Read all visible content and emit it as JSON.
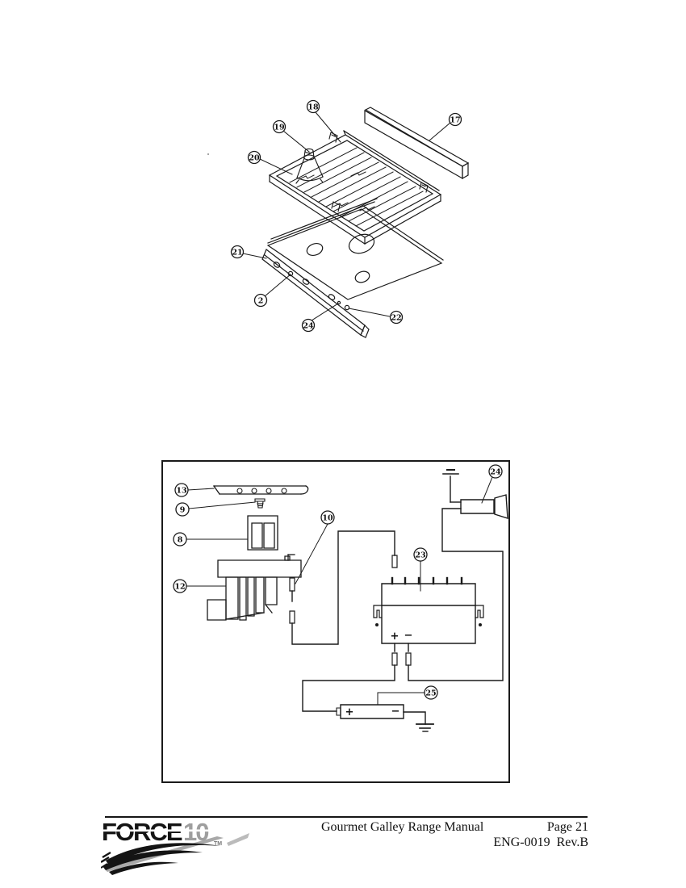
{
  "footer": {
    "manual_title": "Gourmet Galley Range Manual",
    "page_number": "Page 21",
    "doc_number": "ENG-0019  Rev.B",
    "logo": {
      "force": "FORCE",
      "ten": "10",
      "tm": "TM"
    }
  },
  "exploded_callouts": {
    "c17": "17",
    "c18": "18",
    "c19": "19",
    "c20": "20",
    "c21": "21",
    "c2": "2",
    "c22": "22",
    "c24": "24"
  },
  "wiring_callouts": {
    "c13": "13",
    "c9": "9",
    "c8": "8",
    "c10": "10",
    "c12": "12",
    "c23": "23",
    "c24": "24",
    "c25": "25"
  },
  "symbols": {
    "module_plus": "+",
    "module_minus": "−",
    "battery_plus": "+",
    "battery_minus": "−"
  }
}
